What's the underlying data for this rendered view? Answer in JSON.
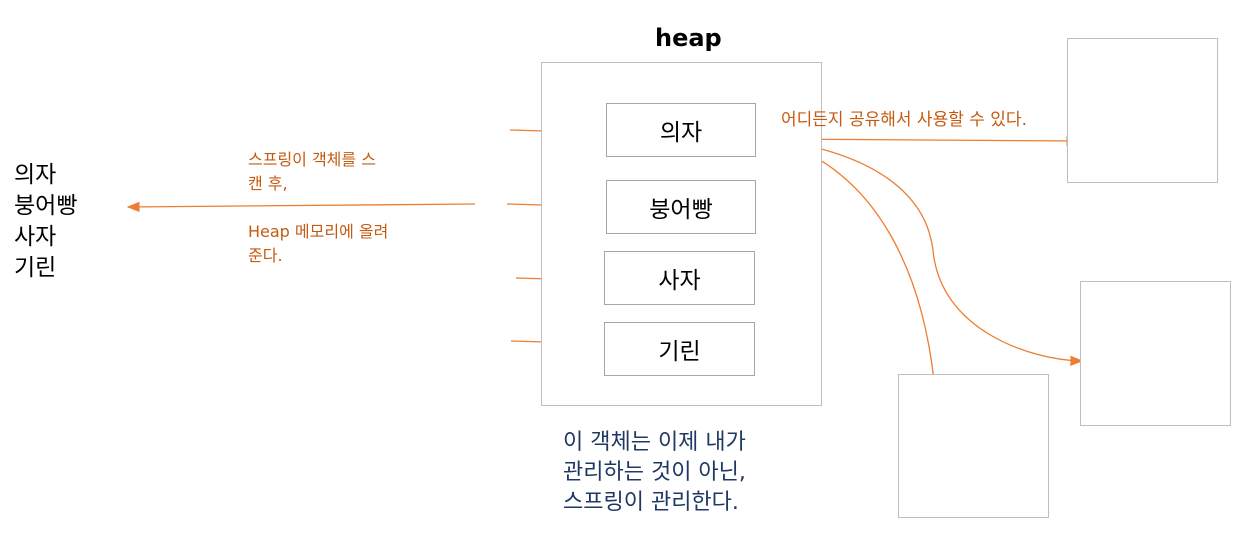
{
  "left_list": [
    "의자",
    "붕어빵",
    "사자",
    "기린"
  ],
  "heap": {
    "title": "heap",
    "objects": [
      "의자",
      "붕어빵",
      "사자",
      "기린"
    ]
  },
  "notes": {
    "scan_line1": "스프링이 객체를 스",
    "scan_line2": "캔 후,",
    "scan_line3": "Heap 메모리에 올려",
    "scan_line4": "준다.",
    "share": "어디든지 공유해서 사용할 수 있다.",
    "manage_line1": "이 객체는 이제 내가",
    "manage_line2": "관리하는 것이 아닌,",
    "manage_line3": "스프링이 관리한다."
  },
  "colors": {
    "arrow": "#ed7d31",
    "note_text": "#c55a11",
    "manage_text": "#1f3864",
    "box_border": "#bfbfbf"
  }
}
